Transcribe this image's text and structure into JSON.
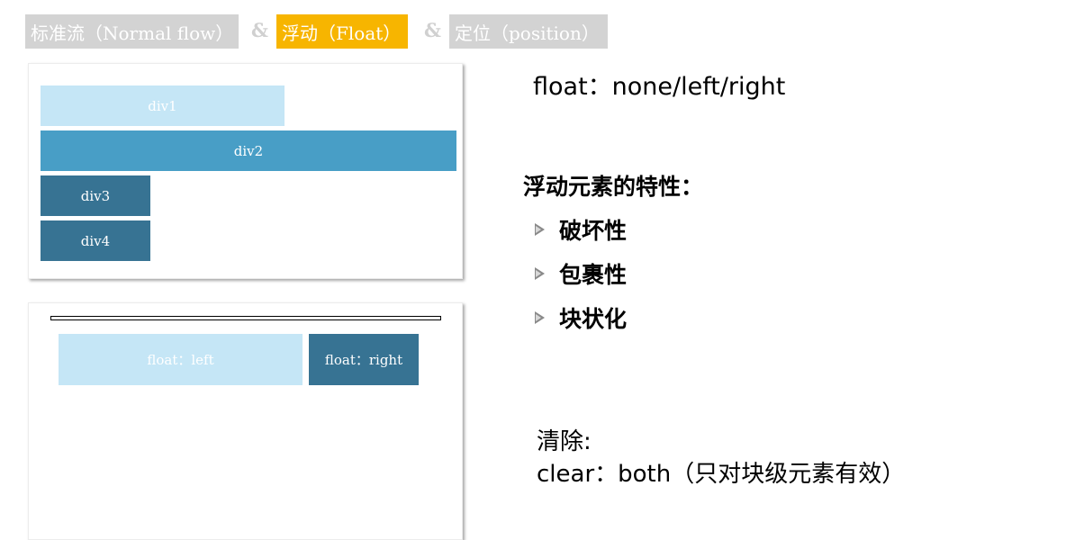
{
  "nav": {
    "normal_flow": "标准流（Normal flow）",
    "amp": "&",
    "float": "浮动（Float）",
    "position": "定位（position）"
  },
  "colors": {
    "nav_inactive": "#d3d3d3",
    "nav_active": "#f7b500",
    "light_blue": "#c5e6f6",
    "mid_blue": "#489ec6",
    "dark_blue": "#377393"
  },
  "demo_flow": {
    "div1": "div1",
    "div2": "div2",
    "div3": "div3",
    "div4": "div4"
  },
  "demo_float": {
    "left_label": "float：left",
    "right_label": "float：right"
  },
  "content": {
    "float_syntax": "float：none/left/right",
    "features_heading": "浮动元素的特性：",
    "features": [
      "破坏性",
      "包裹性",
      "块状化"
    ],
    "clear_heading": "清除:",
    "clear_syntax": "clear：both（只对块级元素有效）"
  }
}
